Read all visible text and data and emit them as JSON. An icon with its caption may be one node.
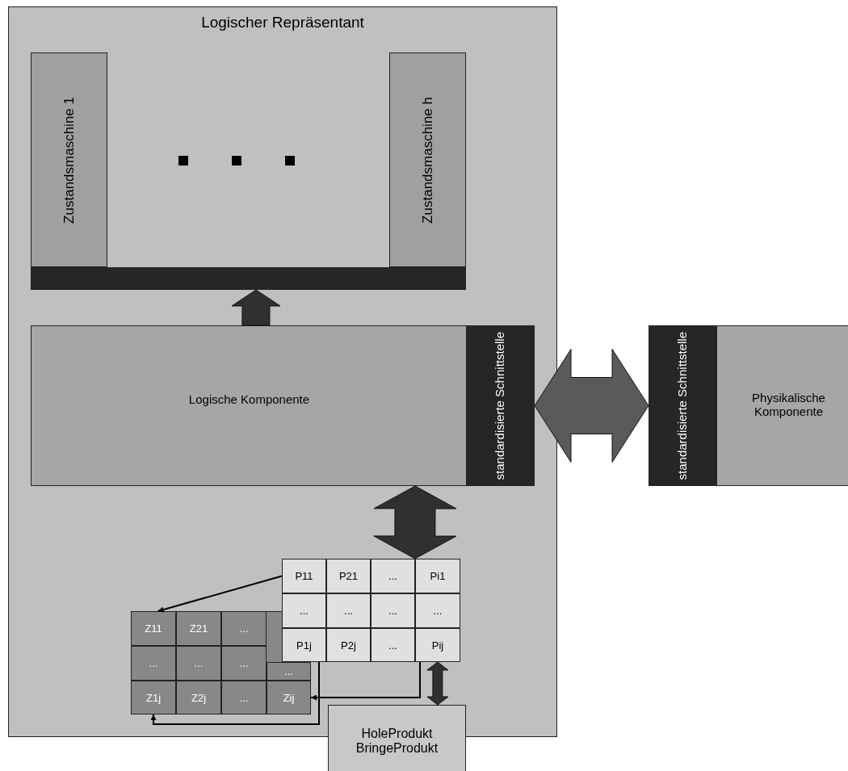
{
  "diagram": {
    "nodes": [
      {
        "text": [
          "Logischer Repräsentant"
        ]
      },
      {
        "text": [
          "Zustandsmaschine 1"
        ],
        "in": 0
      },
      {
        "text": [
          "Zustandsmaschine h"
        ],
        "in": 0
      },
      {
        "text": [],
        "shape": "bar",
        "in": 0
      },
      {
        "text": [
          "Logische Komponente"
        ],
        "in": 0
      },
      {
        "text": [
          "standardisierte Schnittstelle"
        ],
        "in": 4
      },
      {
        "text": [
          "Physikalische Komponente"
        ]
      },
      {
        "text": [
          "standardisierte Schnittstelle"
        ],
        "in": 6
      },
      {
        "text": [],
        "shape": "box",
        "in": 0
      },
      {
        "text": [
          "P11"
        ],
        "in": 8
      },
      {
        "text": [
          "P21"
        ],
        "in": 8
      },
      {
        "text": [
          "..."
        ],
        "in": 8
      },
      {
        "text": [
          "Pi1"
        ],
        "in": 8
      },
      {
        "text": [
          "..."
        ],
        "in": 8
      },
      {
        "text": [
          "..."
        ],
        "in": 8
      },
      {
        "text": [
          "..."
        ],
        "in": 8
      },
      {
        "text": [
          "..."
        ],
        "in": 8
      },
      {
        "text": [
          "P1j"
        ],
        "in": 8
      },
      {
        "text": [
          "P2j"
        ],
        "in": 8
      },
      {
        "text": [
          "..."
        ],
        "in": 8
      },
      {
        "text": [
          "Pij"
        ],
        "in": 8
      },
      {
        "text": [],
        "shape": "box",
        "in": 0
      },
      {
        "text": [
          "Z11"
        ],
        "in": 21
      },
      {
        "text": [
          "Z21"
        ],
        "in": 21
      },
      {
        "text": [
          "..."
        ],
        "in": 21
      },
      {
        "text": [
          "..."
        ],
        "in": 21
      },
      {
        "text": [
          "..."
        ],
        "in": 21
      },
      {
        "text": [
          "..."
        ],
        "in": 21
      },
      {
        "text": [
          "..."
        ],
        "in": 21
      },
      {
        "text": [
          "Z1j"
        ],
        "in": 21
      },
      {
        "text": [
          "Z2j"
        ],
        "in": 21
      },
      {
        "text": [
          "..."
        ],
        "in": 21
      },
      {
        "text": [
          "Zij"
        ],
        "in": 21
      },
      {
        "text": [
          "HoleProdukt",
          "BringeProdukt"
        ]
      }
    ],
    "edges": [
      {
        "from": 4,
        "to": 3,
        "arrow": "to"
      },
      {
        "from": 5,
        "to": 7,
        "arrow": "both"
      },
      {
        "from": 4,
        "to": 8,
        "arrow": "both"
      },
      {
        "from": 8,
        "to": 33,
        "arrow": "both"
      },
      {
        "from": 9,
        "to": 22,
        "arrow": "to"
      },
      {
        "from": 17,
        "to": 29,
        "arrow": "to"
      },
      {
        "from": 20,
        "to": 32,
        "arrow": "to"
      }
    ]
  }
}
